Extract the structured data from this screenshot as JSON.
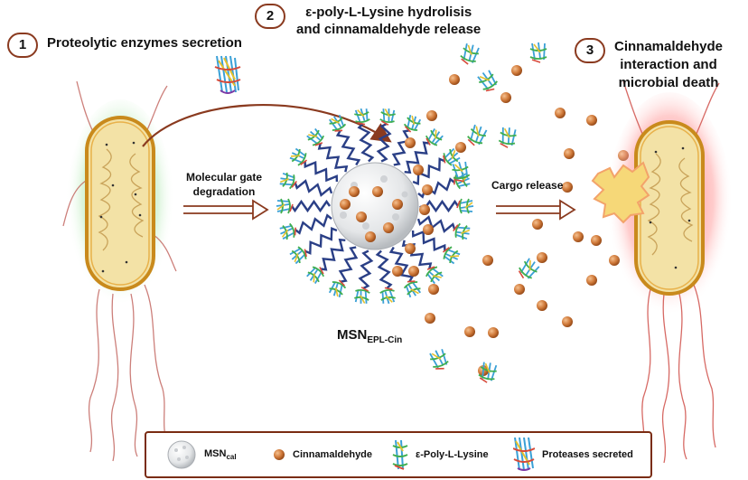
{
  "steps": [
    {
      "number": "1",
      "text": "Proteolytic enzymes secretion"
    },
    {
      "number": "2",
      "text_line1": "ε-poly-L-Lysine hydrolisis",
      "text_line2": "and cinnamaldehyde release"
    },
    {
      "number": "3",
      "text_line1": "Cinnamaldehyde",
      "text_line2": "interaction and",
      "text_line3": "microbial death"
    }
  ],
  "arrows": {
    "gate_label_line1": "Molecular gate",
    "gate_label_line2": "degradation",
    "cargo_label": "Cargo release"
  },
  "nanoparticle": {
    "label_main": "MSN",
    "label_sub": "EPL-Cin"
  },
  "legend": [
    {
      "icon": "msn-sphere-icon",
      "label_main": "MSN",
      "label_sub": "cal"
    },
    {
      "icon": "cinnamaldehyde-dot-icon",
      "label_main": "Cinnamaldehyde"
    },
    {
      "icon": "polylysine-ribbon-icon",
      "label_main": "ε-Poly-L-Lysine"
    },
    {
      "icon": "protease-ribbon-icon",
      "label_main": "Proteases secreted"
    }
  ],
  "colors": {
    "accent": "#8a3a1f",
    "cell_fill": "#f3e2a6",
    "cell_border": "#c98a1c",
    "cinnamaldehyde": "#d07a3a",
    "glow_left": "#7ed67e",
    "glow_right": "#ff6b6b"
  }
}
